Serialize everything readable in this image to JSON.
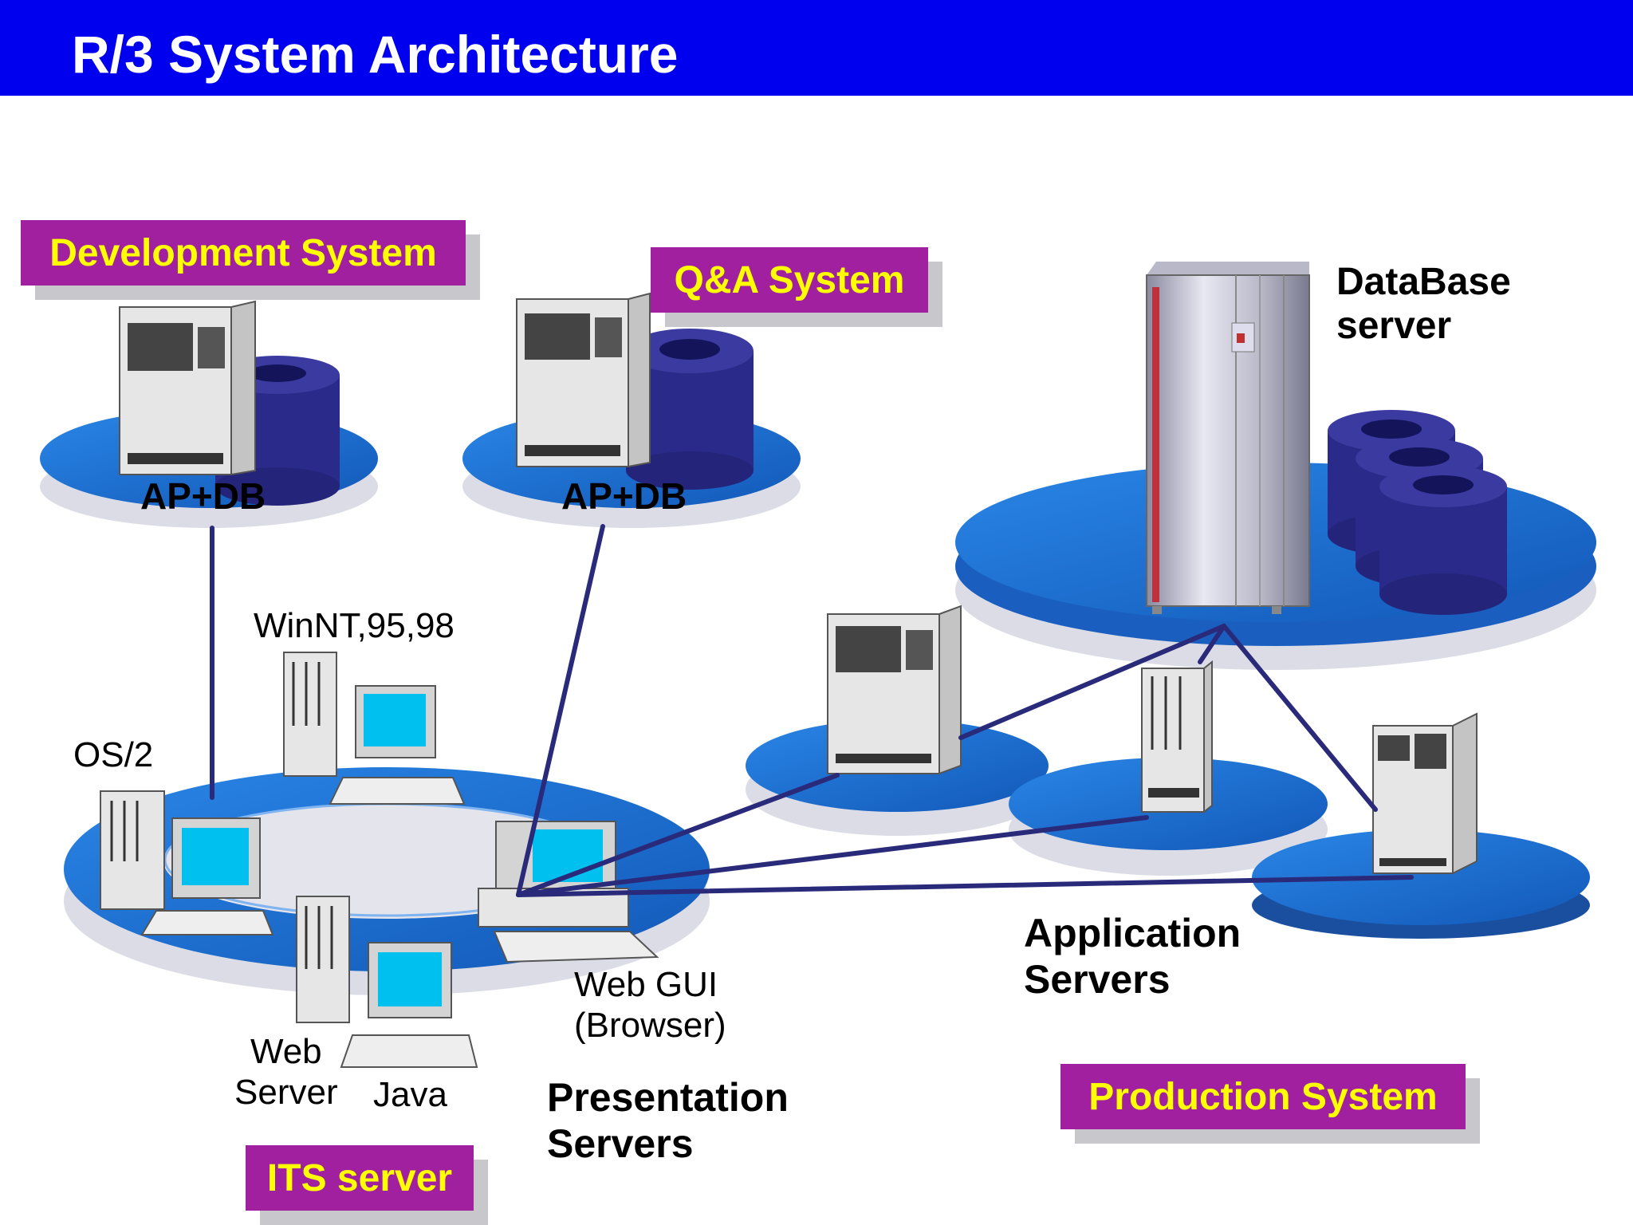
{
  "title": "R/3 System Architecture",
  "systems": {
    "development": "Development System",
    "qa": "Q&A System",
    "production": "Production System",
    "its": "ITS server"
  },
  "labels": {
    "dev_apdb": "AP+DB",
    "qa_apdb": "AP+DB",
    "database_server_line1": "DataBase",
    "database_server_line2": "server",
    "winnt": "WinNT,95,98",
    "os2": "OS/2",
    "web_gui_line1": "Web GUI",
    "web_gui_line2": "(Browser)",
    "web_server_line1": "Web",
    "web_server_line2": "Server",
    "java": "Java",
    "presentation_line1": "Presentation",
    "presentation_line2": "Servers",
    "application_line1": "Application",
    "application_line2": "Servers"
  },
  "colors": {
    "header": "#0000ee",
    "system_box": "#a020a0",
    "system_text": "#ffff00",
    "platform": "#1a6fd6",
    "connector": "#2a2a7a",
    "database": "#2a2a8a"
  }
}
